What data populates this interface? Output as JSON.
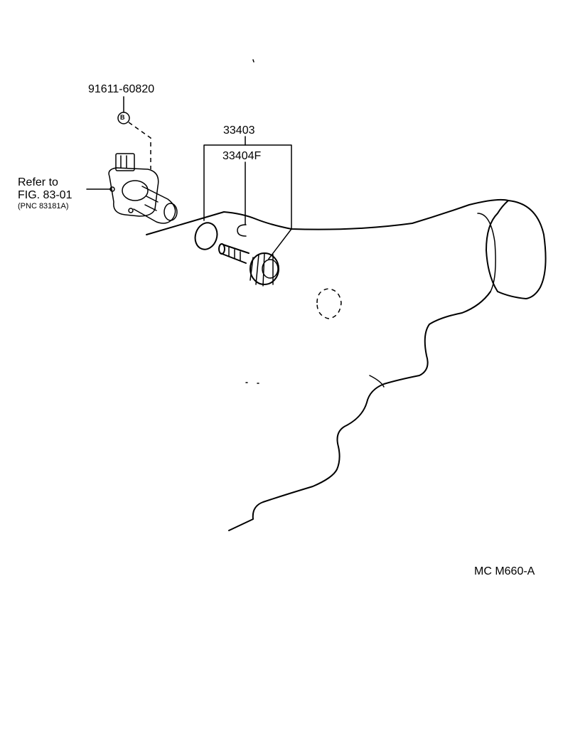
{
  "part_numbers": {
    "screw": "91611-60820",
    "sensor_set": "33403",
    "sensor_sub": "33404F"
  },
  "callout_letter": "B",
  "reference": {
    "line1": "Refer to",
    "line2": "FIG. 83-01",
    "line3": "(PNC 83181A)"
  },
  "drawing_code": "MC M660-A"
}
